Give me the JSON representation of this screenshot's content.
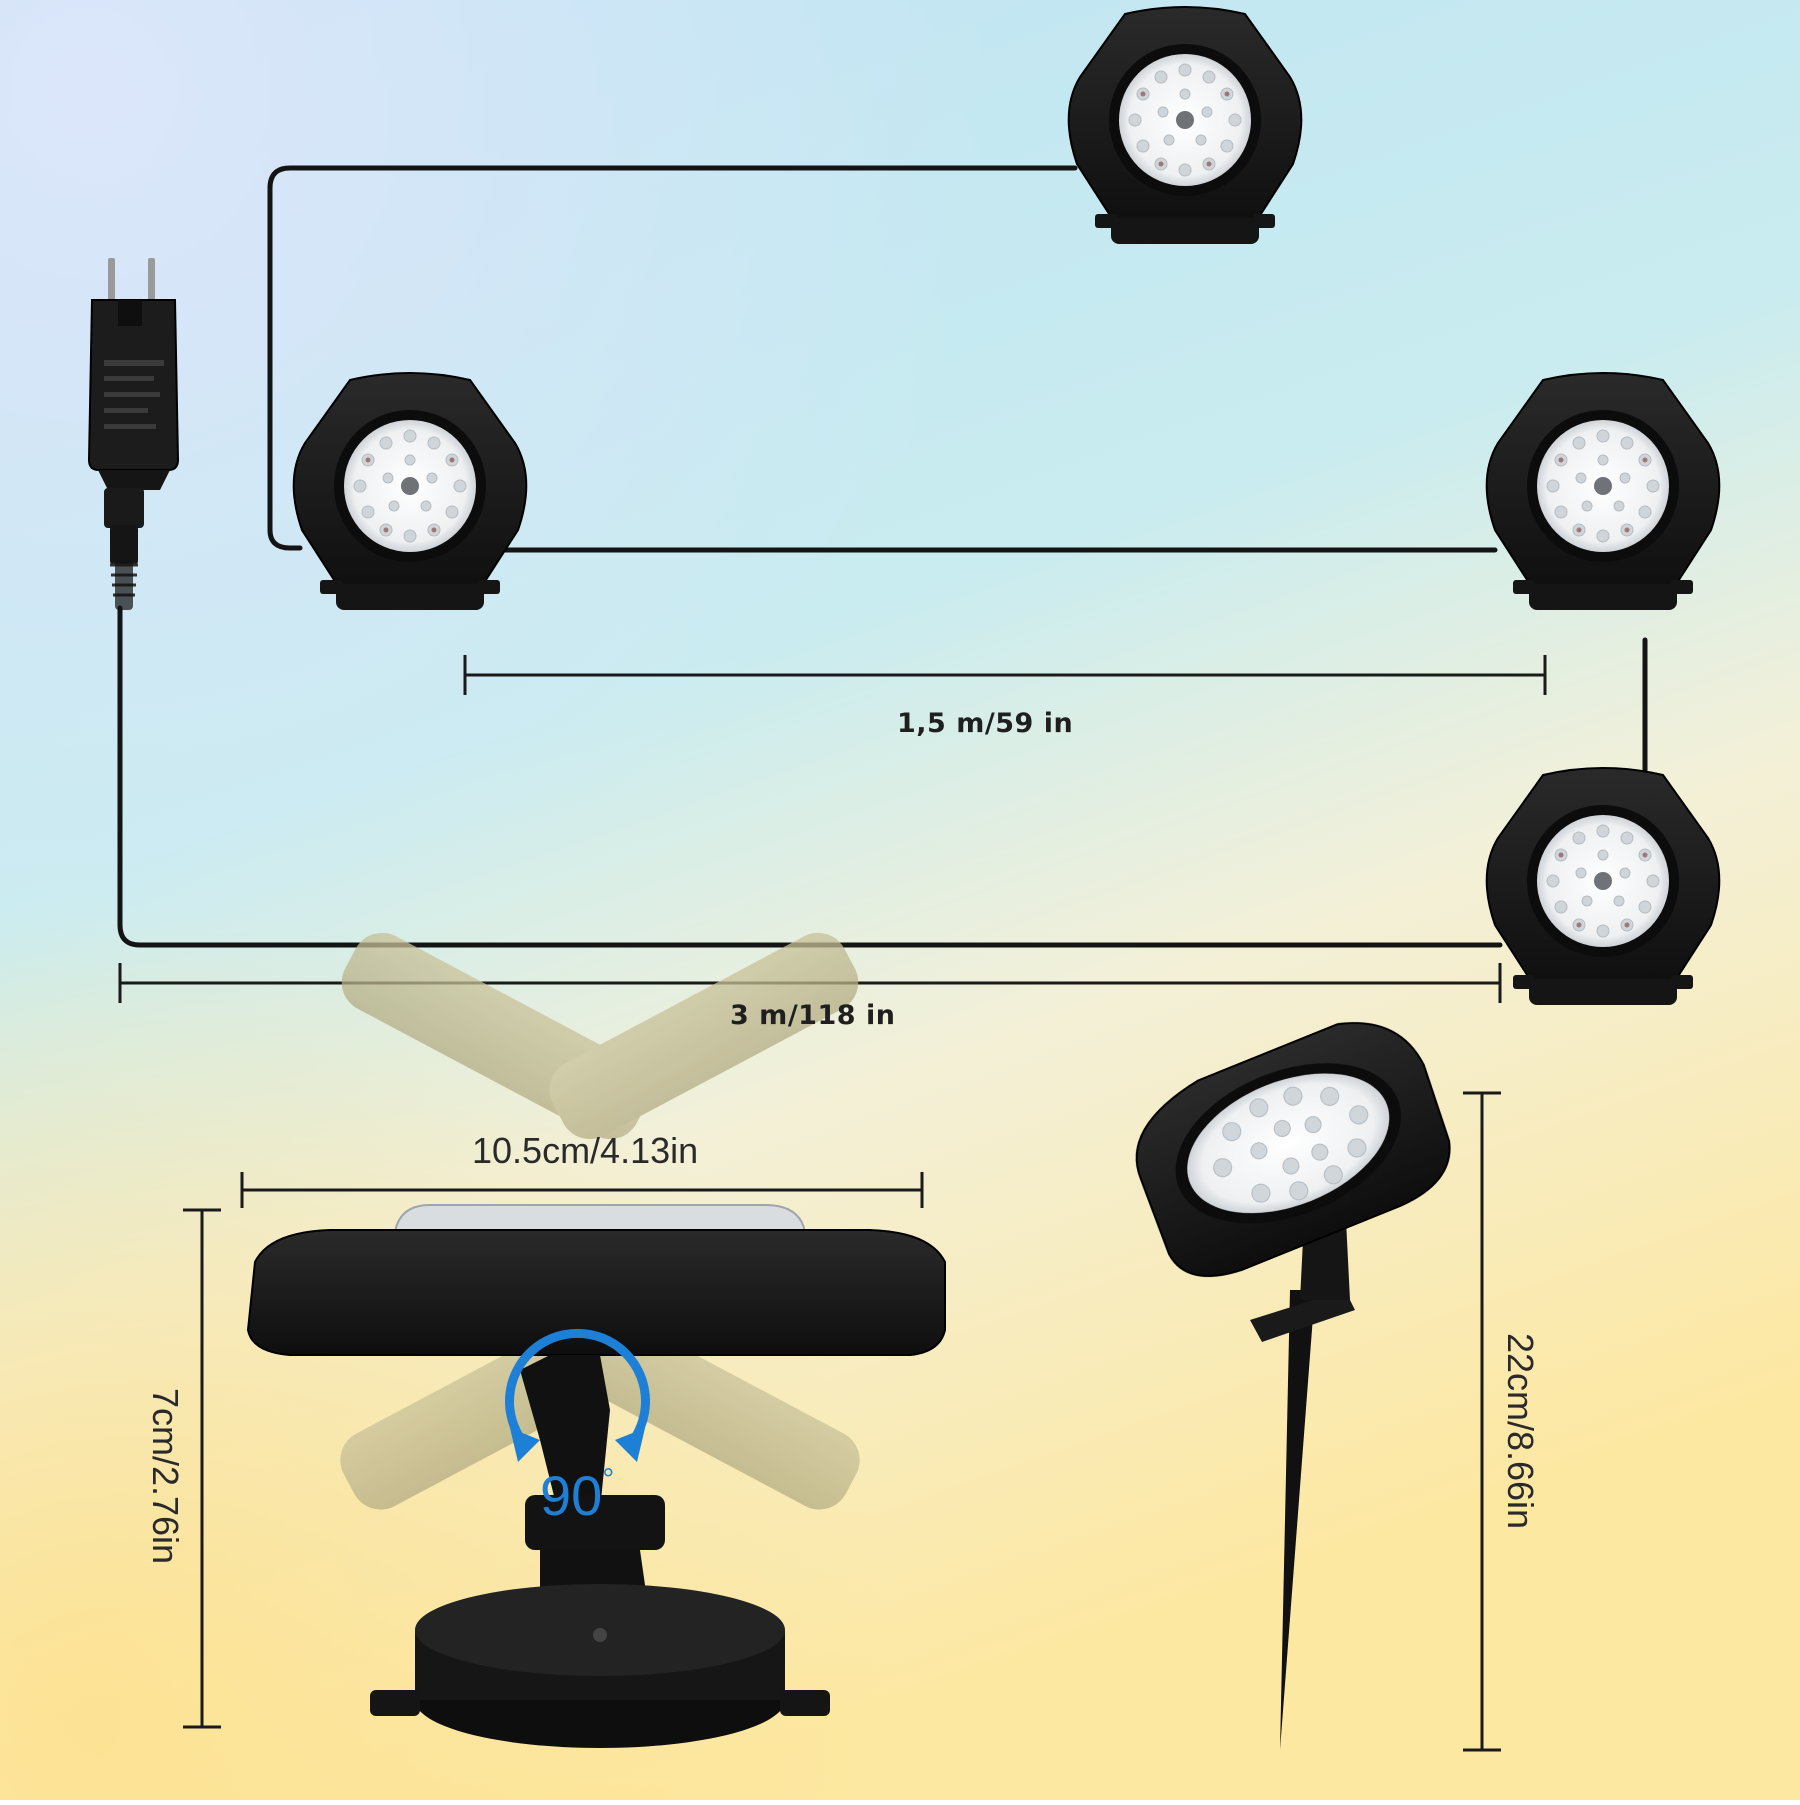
{
  "dimensions": {
    "cable_between_lights": "1,5 m/59 in",
    "main_cable": "3 m/118 in",
    "light_width": "10.5cm/4.13in",
    "light_height": "7cm/2.76in",
    "total_height_with_stake": "22cm/8.66in"
  },
  "rotation": {
    "angle": "90",
    "unit": "°"
  },
  "colors": {
    "background_top": "#bfe6f2",
    "background_bottom": "#fde9a6",
    "cable": "#141414",
    "housing": "#1b1b1b",
    "rotation_arrow": "#1e7fd6"
  },
  "icons": [
    "eu-power-plug-icon",
    "spotlight-icon",
    "rotation-arrow-icon",
    "ground-stake-icon"
  ]
}
